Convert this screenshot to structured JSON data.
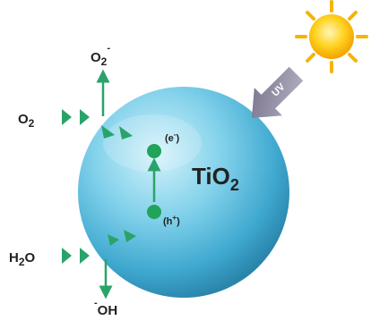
{
  "labels": {
    "o2_minus": {
      "base": "O",
      "sub": "2",
      "sup": "-"
    },
    "o2": {
      "base": "O",
      "sub": "2"
    },
    "h2o": {
      "h": "H",
      "sub": "2",
      "o": "O"
    },
    "oh": {
      "sup": "-",
      "base": "OH"
    },
    "tio2": {
      "base": "TiO",
      "sub": "2"
    },
    "electron": {
      "open": "(e",
      "sup": "-",
      "close": ")"
    },
    "hole": {
      "open": "(h",
      "sup": "+",
      "close": ")"
    },
    "uv": "UV"
  },
  "icons": [
    "sun-icon",
    "uv-arrow-icon"
  ],
  "colors": {
    "sphere_light": "#d4f2fb",
    "sphere_mid": "#5cc0e0",
    "sphere_dark": "#2e8fb3",
    "arrow_green": "#2aa36a",
    "sun_yellow": "#f7b500",
    "uv_arrow": "#8f8a9f"
  }
}
